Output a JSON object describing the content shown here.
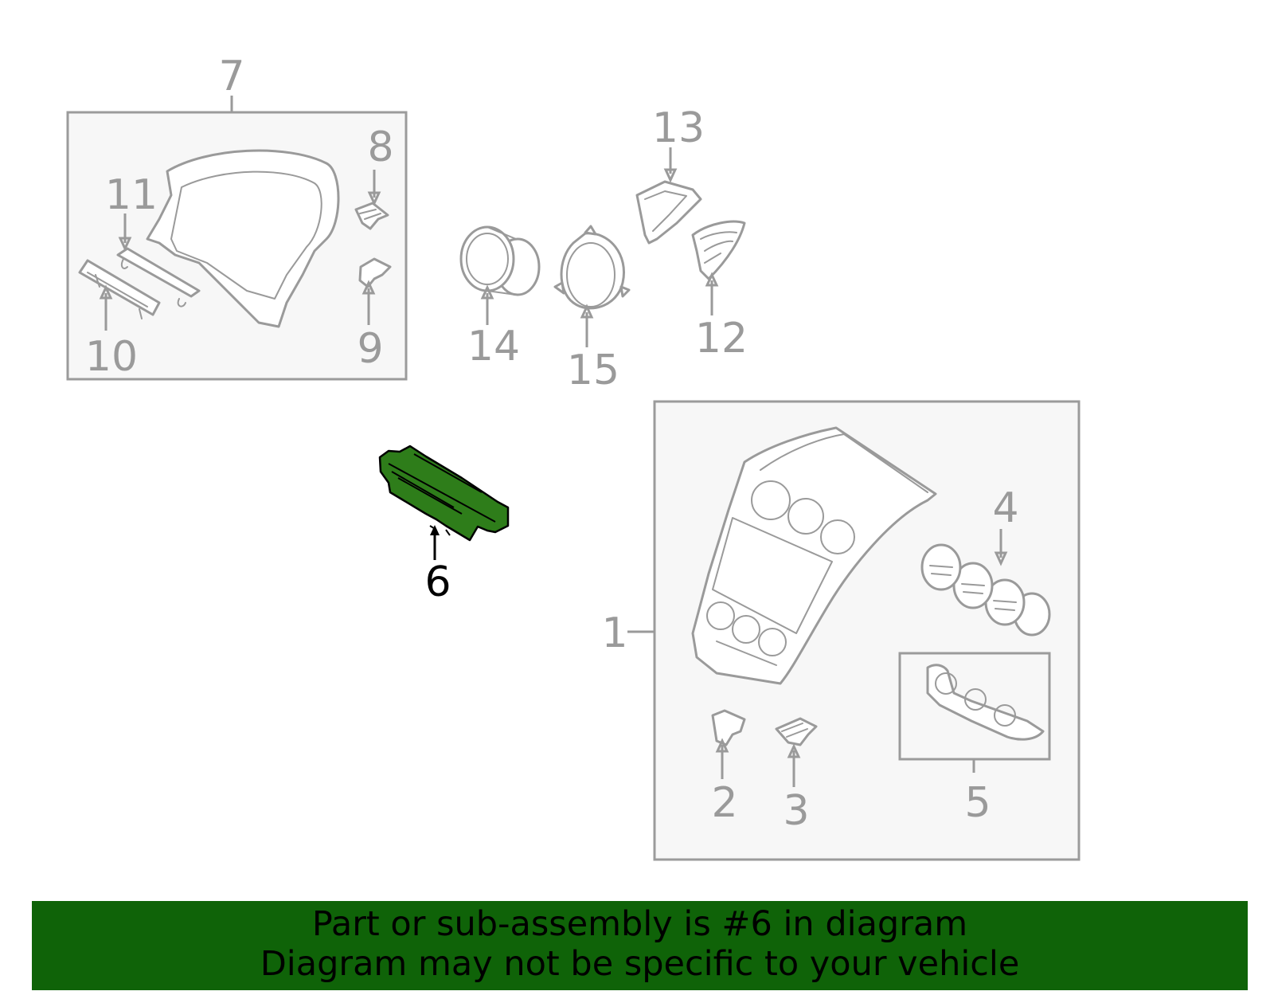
{
  "callouts": {
    "c1": "1",
    "c2": "2",
    "c3": "3",
    "c4": "4",
    "c5": "5",
    "c6": "6",
    "c7": "7",
    "c8": "8",
    "c9": "9",
    "c10": "10",
    "c11": "11",
    "c12": "12",
    "c13": "13",
    "c14": "14",
    "c15": "15"
  },
  "highlighted_part": "6",
  "colors": {
    "highlight": "#2e7d1a",
    "banner": "#0f6308",
    "line_art": "#9a9a9a"
  },
  "banner": {
    "line1": "Part or sub-assembly is #6 in diagram",
    "line2": "Diagram may not be specific to your vehicle"
  }
}
